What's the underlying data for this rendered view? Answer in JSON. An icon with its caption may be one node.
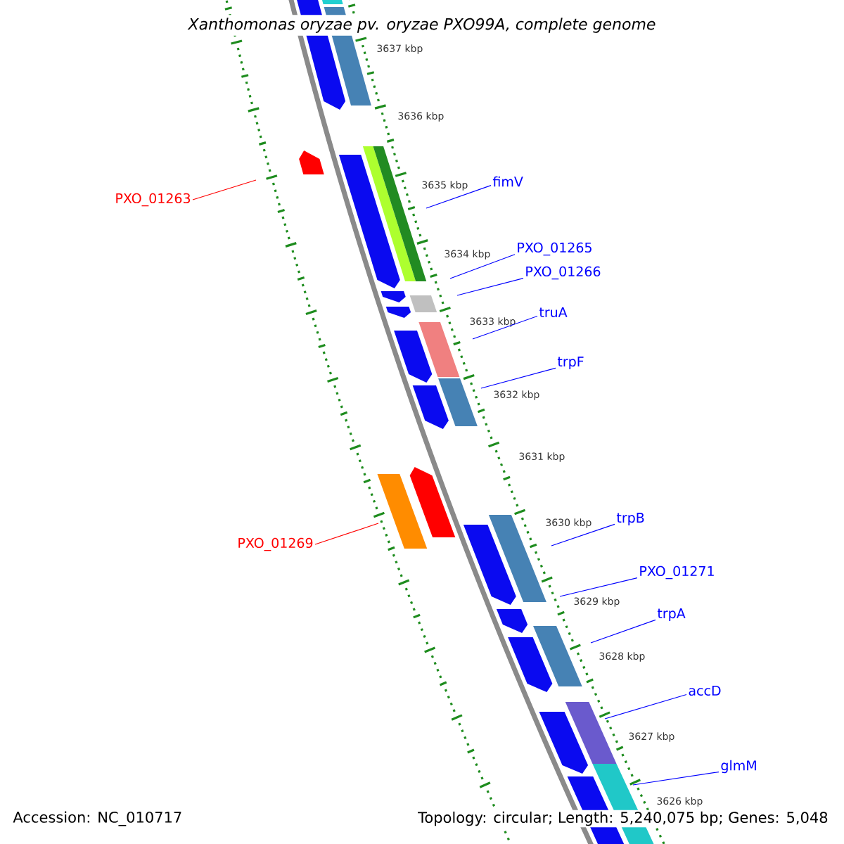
{
  "diagram": {
    "title": "*Xanthomonas oryzae* pv. *oryzae* PXO99A, complete genome",
    "nodes": [
      {
        "text": [
          "fimV"
        ]
      },
      {
        "text": [
          "PXO_01263"
        ]
      },
      {
        "text": [
          "PXO_01265"
        ]
      },
      {
        "text": [
          "PXO_01266"
        ]
      },
      {
        "text": [
          "truA"
        ]
      },
      {
        "text": [
          "trpF"
        ]
      },
      {
        "text": [
          "PXO_01269"
        ]
      },
      {
        "text": [
          "trpB"
        ]
      },
      {
        "text": [
          "PXO_01271"
        ]
      },
      {
        "text": [
          "trpA"
        ]
      },
      {
        "text": [
          "accD"
        ]
      },
      {
        "text": [
          "glmM"
        ]
      }
    ],
    "edges": [
      {
        "from": 0,
        "to": null,
        "arrow": "none"
      },
      {
        "from": 1,
        "to": null,
        "arrow": "none",
        "color": "#ff0000"
      },
      {
        "from": 2,
        "to": null,
        "arrow": "none"
      },
      {
        "from": 3,
        "to": null,
        "arrow": "none"
      },
      {
        "from": 4,
        "to": null,
        "arrow": "none"
      },
      {
        "from": 5,
        "to": null,
        "arrow": "none"
      },
      {
        "from": 6,
        "to": null,
        "arrow": "none",
        "color": "#ff0000"
      },
      {
        "from": 7,
        "to": null,
        "arrow": "none"
      },
      {
        "from": 8,
        "to": null,
        "arrow": "none"
      },
      {
        "from": 9,
        "to": null,
        "arrow": "none"
      },
      {
        "from": 10,
        "to": null,
        "arrow": "none"
      },
      {
        "from": 11,
        "to": null,
        "arrow": "none"
      }
    ],
    "labels": [
      "3637 kbp",
      "3636 kbp",
      "3635 kbp",
      "3634 kbp",
      "3633 kbp",
      "3632 kbp",
      "3631 kbp",
      "3630 kbp",
      "3629 kbp",
      "3628 kbp",
      "3627 kbp",
      "3626 kbp",
      "Accession: NC_010717",
      "Topology: circular; Length: 5,240,075 bp; Genes: 5,048"
    ]
  }
}
